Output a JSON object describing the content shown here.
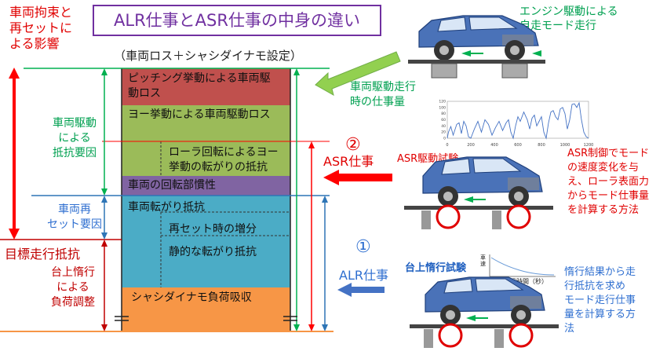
{
  "title": "ALR仕事とASR仕事の中身の違い",
  "top_left_note": "車両拘束と\n再セットに\nよる影響",
  "column_heading": "（車両ロス＋シャシダイナモ設定）",
  "bands": {
    "pitching": "ピッチング挙動による車両駆\n動ロス",
    "yaw": "ヨー挙動による車両駆動ロス",
    "roller": "ローラ回転によるヨー\n挙動の転がりの抵抗",
    "rotational": "車両の回転部慣性",
    "rolling": "車両転がり抵抗",
    "reset_increment": "再セット時の増分",
    "static_rolling": "静的な転がり抵抗",
    "chassis_absorb": "シャシダイナモ負荷吸収"
  },
  "colors": {
    "pitching": "#c0504d",
    "yaw": "#9bbb59",
    "rotational": "#8064a2",
    "rolling": "#4bacc6",
    "chassis_absorb": "#f79646",
    "green_line": "#00b050",
    "red_line": "#ff0000",
    "blue_line": "#2e75b6",
    "title": "#7030a0"
  },
  "left_labels": {
    "drive_resistance": "車両駆動\nによる\n抵抗要因",
    "reset_factor": "車両再\nセット要因",
    "target_resistance": "目標走行抵抗",
    "coastdown_adjust": "台上惰行\nによる\n負荷調整"
  },
  "right_annotations": {
    "engine_drive": "エンジン駆動による\n自走モード走行",
    "vehicle_work": "車両駆動走行\n時の仕事量",
    "asr_number": "②",
    "asr_work": "ASR仕事",
    "asr_test": "ASR駆動試験",
    "asr_description": "ASR制御でモード\nの速度変化を与\nえ、ローラ表面力\nからモード仕事量\nを計算する方法",
    "alr_number": "①",
    "alr_work": "ALR仕事",
    "coast_test": "台上惰行試験",
    "coast_description": "惰行結果から走\n行抵抗を求め\nモード走行仕事\n量を計算する方\n法"
  },
  "coast_graph": {
    "ylabel": "車\n速",
    "xlabel": "経過時間（秒）"
  },
  "chart_data": {
    "type": "line",
    "title": "",
    "xlabel": "",
    "ylabel": "",
    "xlim": [
      0,
      1200
    ],
    "ylim": [
      0,
      120
    ],
    "x_ticks": [
      0,
      200,
      400,
      600,
      800,
      1000,
      1200
    ],
    "y_ticks": [
      0,
      20,
      40,
      60,
      80,
      100,
      120
    ],
    "series": [
      {
        "values_x": [
          0,
          10,
          30,
          50,
          80,
          100,
          120,
          140,
          160,
          180,
          200,
          230,
          260,
          290,
          320,
          350,
          380,
          410,
          440,
          470,
          500,
          520,
          540,
          560,
          580,
          600,
          620,
          650,
          680,
          700,
          720,
          740,
          760,
          780,
          800,
          820,
          840,
          860,
          880,
          900,
          920,
          940,
          960,
          980,
          1000,
          1020,
          1040,
          1060,
          1080,
          1100,
          1120,
          1140,
          1160,
          1180,
          1200
        ],
        "values_y": [
          0,
          20,
          38,
          10,
          45,
          50,
          15,
          55,
          40,
          5,
          0,
          30,
          55,
          20,
          60,
          45,
          10,
          35,
          55,
          25,
          50,
          60,
          20,
          0,
          40,
          70,
          55,
          85,
          60,
          30,
          65,
          75,
          40,
          55,
          70,
          20,
          0,
          50,
          85,
          90,
          70,
          60,
          95,
          100,
          80,
          30,
          60,
          110,
          112,
          100,
          115,
          60,
          20,
          5,
          0
        ]
      }
    ]
  }
}
